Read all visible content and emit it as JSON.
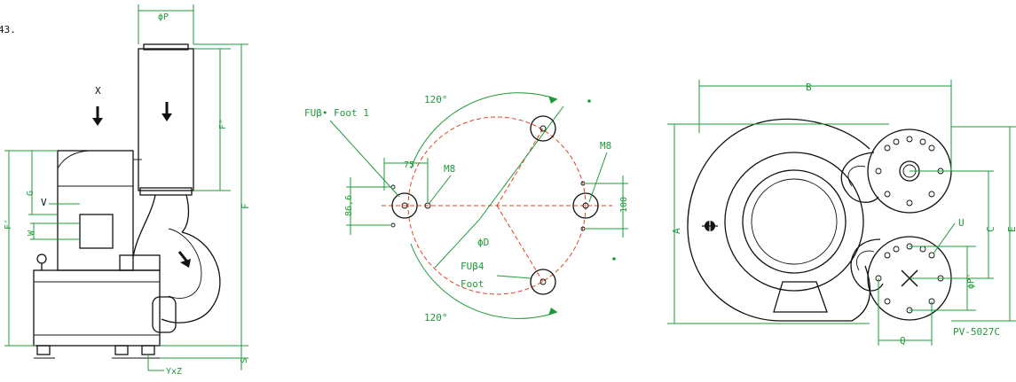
{
  "figure_number": "43.",
  "side_view": {
    "labels": {
      "flow_in": "X",
      "phi_p": "ϕP",
      "f_double_prime": "F\"",
      "f": "F",
      "g": "G",
      "v": "V",
      "w": "W",
      "f_prime": "F'",
      "s": "S",
      "yxz": "YxZ"
    }
  },
  "foot_view": {
    "labels": {
      "foot1": "FUβ• Foot 1",
      "angle_top": "120°",
      "angle_bottom": "120°",
      "dim_75": "75",
      "m8_left": "M8",
      "m8_right": "M8",
      "dim_866": "86,6",
      "dim_100": "100",
      "phi_d": "ϕD",
      "foot4_line1": "FUβ4",
      "foot4_line2": "Foot"
    }
  },
  "front_view": {
    "labels": {
      "b": "B",
      "a": "A",
      "c": "C",
      "e": "E",
      "u": "U",
      "phi_p_prime": "ϕP'",
      "q": "Q",
      "model": "PV-5027C"
    }
  }
}
